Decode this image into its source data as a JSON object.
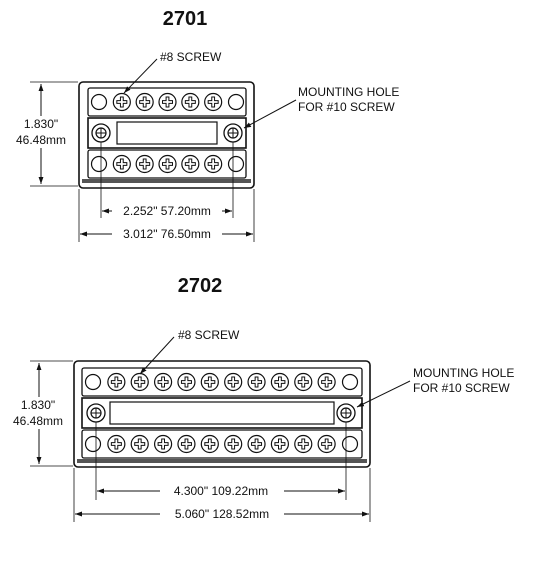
{
  "diagram_1": {
    "title": "2701",
    "screw_label": "#8 SCREW",
    "hole_label_line1": "MOUNTING HOLE",
    "hole_label_line2": "FOR #10 SCREW",
    "height_in": "1.830\"",
    "height_mm": "46.48mm",
    "hole_spacing": "2.252\" 57.20mm",
    "overall_width": "3.012\" 76.50mm",
    "screws_per_row": 5
  },
  "diagram_2": {
    "title": "2702",
    "screw_label": "#8 SCREW",
    "hole_label_line1": "MOUNTING HOLE",
    "hole_label_line2": "FOR #10 SCREW",
    "height_in": "1.830\"",
    "height_mm": "46.48mm",
    "hole_spacing": "4.300\" 109.22mm",
    "overall_width": "5.060\" 128.52mm",
    "screws_per_row": 10
  }
}
